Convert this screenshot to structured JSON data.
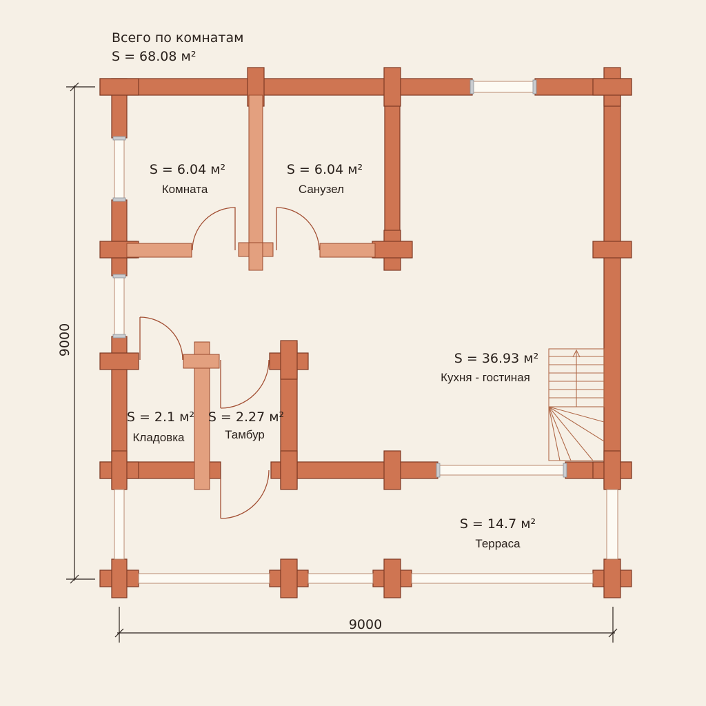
{
  "summary": {
    "title": "Всего по комнатам",
    "total_area": "S = 68.08 м²"
  },
  "rooms": {
    "komnata": {
      "area": "S = 6.04 м²",
      "name": "Комната"
    },
    "sanuzel": {
      "area": "S = 6.04 м²",
      "name": "Санузел"
    },
    "kuhnya": {
      "area": "S = 36.93 м²",
      "name": "Кухня - гостиная"
    },
    "kladovka": {
      "area": "S = 2.1 м²",
      "name": "Кладовка"
    },
    "tambur": {
      "area": "S = 2.27 м²",
      "name": "Тамбур"
    },
    "terrasa": {
      "area": "S = 14.7 м²",
      "name": "Терраса"
    }
  },
  "dimensions": {
    "height": "9000",
    "width": "9000"
  },
  "colors": {
    "background": "#f6f0e6",
    "exterior_wall": "#cf7552",
    "interior_wall": "#e3a07f",
    "outline": "#7e3a24",
    "window_glass": "#fdfaf3",
    "door_swing": "#a24f33"
  }
}
